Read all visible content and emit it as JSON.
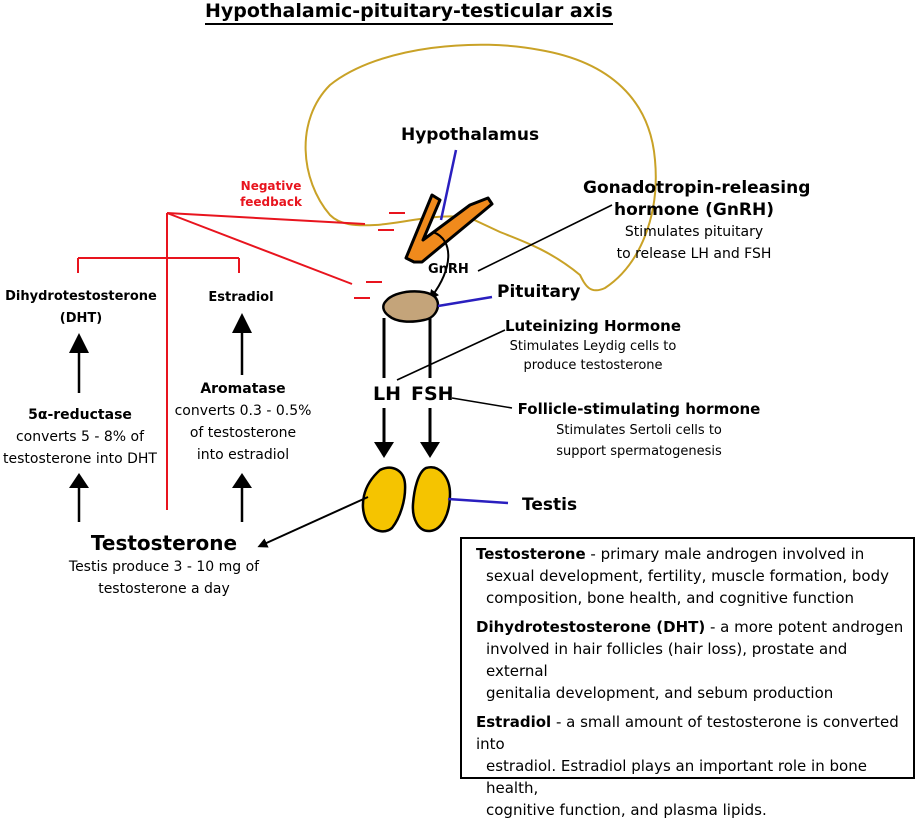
{
  "title": "Hypothalamic-pituitary-testicular axis",
  "negative_feedback": "Negative feedback",
  "hypothalamus": "Hypothalamus",
  "gnrh_short": "GnRH",
  "gnrh_title_line1": "Gonadotropin-releasing",
  "gnrh_title_line2": "hormone (GnRH)",
  "gnrh_desc_line1": "Stimulates pituitary",
  "gnrh_desc_line2": "to release LH and FSH",
  "pituitary": "Pituitary",
  "lh": "LH",
  "fsh": "FSH",
  "lh_title": "Luteinizing Hormone",
  "lh_desc_line1": "Stimulates Leydig cells to",
  "lh_desc_line2": "produce testosterone",
  "fsh_title": "Follicle-stimulating hormone",
  "fsh_desc_line1": "Stimulates Sertoli cells to",
  "fsh_desc_line2": "support spermatogenesis",
  "testis": "Testis",
  "testosterone": "Testosterone",
  "testosterone_desc_line1": "Testis produce 3 - 10 mg of",
  "testosterone_desc_line2": "testosterone a day",
  "dht_line1": "Dihydrotestosterone",
  "dht_line2": "(DHT)",
  "estradiol": "Estradiol",
  "reductase_title": "5α-reductase",
  "reductase_line1": "converts 5 - 8% of",
  "reductase_line2": "testosterone into DHT",
  "aromatase_title": "Aromatase",
  "aromatase_line1": "converts 0.3 - 0.5%",
  "aromatase_line2": "of testosterone",
  "aromatase_line3": "into estradiol",
  "info": {
    "testosterone_term": "Testosterone",
    "testosterone_first": " - primary male androgen involved in",
    "testosterone_line2": "sexual development, fertility, muscle formation, body",
    "testosterone_line3": "composition, bone health, and cognitive function",
    "dht_term": "Dihydrotestosterone (DHT)",
    "dht_first": " - a more potent androgen",
    "dht_line2": "involved in hair follicles (hair loss), prostate and external",
    "dht_line3": "genitalia development, and sebum production",
    "estradiol_term": "Estradiol",
    "estradiol_first": " - a small amount of testosterone is converted into",
    "estradiol_line2": "estradiol. Estradiol plays an important role in bone health,",
    "estradiol_line3": "cognitive function, and plasma lipids."
  },
  "colors": {
    "feedback": "#e8141e",
    "pointer": "#2a1fbf",
    "brain_outline": "#c9a227",
    "hypothalamus_fill": "#f08a1c",
    "pituitary_fill": "#c4a47a",
    "testis_fill": "#f5c400"
  }
}
